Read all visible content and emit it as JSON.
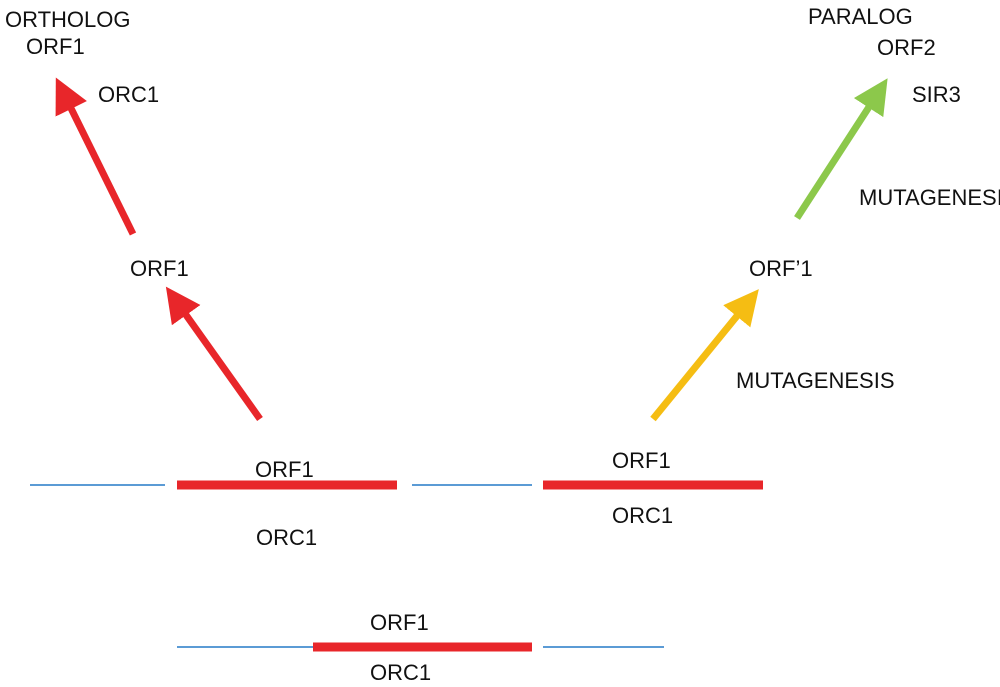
{
  "colors": {
    "background": "#ffffff",
    "gene_bar": "#e8262a",
    "dna_line": "#5b9bd5",
    "arrow_ortholog": "#e8262a",
    "arrow_mutagenesis_1": "#f5bd13",
    "arrow_mutagenesis_2": "#8cc84b",
    "text": "#111111"
  },
  "ortholog": {
    "heading": "ORTHOLOG",
    "top_gene": "ORF1",
    "top_protein": "ORC1",
    "middle_gene": "ORF1",
    "bottom_gene": "ORF1",
    "bottom_protein": "ORC1"
  },
  "paralog": {
    "heading": "PARALOG",
    "top_gene": "ORF2",
    "top_protein": "SIR3",
    "upper_process": "MUTAGENESIS",
    "middle_gene": "ORF’1",
    "lower_process": "MUTAGENESIS",
    "bottom_gene": "ORF1",
    "bottom_protein": "ORC1"
  },
  "ancestor": {
    "gene": "ORF1",
    "protein": "ORC1"
  }
}
